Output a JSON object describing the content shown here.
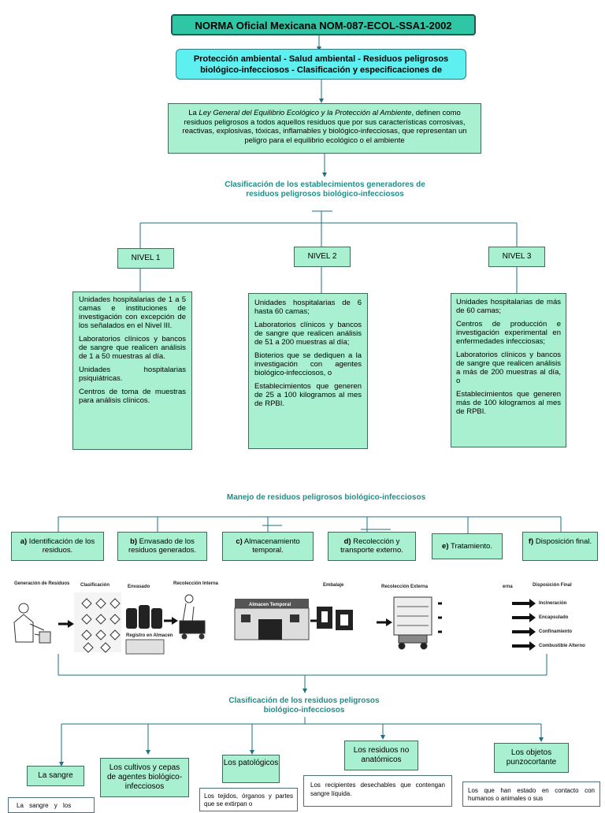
{
  "title": "NORMA Oficial Mexicana NOM-087-ECOL-SSA1-2002",
  "subtitle": "Protección ambiental - Salud ambiental - Residuos peligrosos biológico-infecciosos - Clasificación y especificaciones de",
  "intro": {
    "before": "La ",
    "italic": "Ley General del Equilibrio Ecológico y la Protección al Ambiente",
    "after": ", definen como residuos peligrosos a todos aquellos residuos que por sus características corrosivas, reactivas, explosivas, tóxicas, inflamables y biológico-infecciosas, que representan un peligro para el equilibrio ecológico o el ambiente"
  },
  "section1_title": "Clasificación de los establecimientos generadores de residuos peligrosos biológico-infecciosos",
  "levels": [
    {
      "label": "NIVEL 1",
      "items": [
        "Unidades hospitalarias de 1 a 5 camas e instituciones de investigación con excepción de los señalados en el Nivel III.",
        "Laboratorios clínicos y bancos de sangre que realicen análisis de 1 a 50 muestras al día.",
        "Unidades hospitalarias psiquiátricas.",
        "Centros de toma de muestras para análisis clínicos."
      ]
    },
    {
      "label": "NIVEL 2",
      "items": [
        "Unidades hospitalarias de 6 hasta 60 camas;",
        "Laboratorios clínicos y bancos de sangre que realicen análisis de 51 a 200 muestras al día;",
        "Bioterios que se dediquen a la investigación con agentes biológico-infecciosos, o",
        "Establecimientos que generen de 25 a 100 kilogramos al mes de RPBI."
      ]
    },
    {
      "label": "NIVEL 3",
      "items": [
        "Unidades hospitalarias de más de 60 camas;",
        "Centros de producción e investigación experimental en enfermedades infecciosas;",
        "Laboratorios clínicos y bancos de sangre que realicen análisis a más de 200 muestras al día, o",
        "Establecimientos que generen más de 100 kilogramos al mes de RPBI."
      ]
    }
  ],
  "section2_title": "Manejo de residuos peligrosos biológico-infecciosos",
  "steps": [
    {
      "letter": "a)",
      "text": " Identificación de los residuos."
    },
    {
      "letter": "b)",
      "text": " Envasado de los residuos generados."
    },
    {
      "letter": "c)",
      "text": " Almacenamiento temporal."
    },
    {
      "letter": "d)",
      "text": " Recolección y transporte externo."
    },
    {
      "letter": "e)",
      "text": " Tratamiento."
    },
    {
      "letter": "f)",
      "text": " Disposición final."
    }
  ],
  "illustration_labels": {
    "generacion": "Generación de Residuos",
    "clasificacion": "Clasificación",
    "envasado": "Envasado",
    "recoleccion_interna": "Recolección Interna",
    "registro": "Registro en Almacen",
    "almacen": "Almacen Temporal",
    "embalaje": "Embalaje",
    "recoleccion_externa": "Recolección Externa",
    "erna": "erna",
    "disposicion": "Disposición Final",
    "incineracion": "Incineración",
    "encapsulado": "Encapsulado",
    "confinamiento": "Confinamiento",
    "combustible": "Combustible Alterno"
  },
  "section3_title": "Clasificación de los residuos peligrosos biológico-infecciosos",
  "categories": [
    {
      "label": "La sangre",
      "detail": "La sangre y los"
    },
    {
      "label": "Los cultivos y cepas de agentes biológico-infecciosos",
      "detail": ""
    },
    {
      "label": "Los patológicos",
      "detail": "Los tejidos, órganos y partes que se extirpan o"
    },
    {
      "label": "Los residuos no anatómicos",
      "detail": "Los recipientes desechables que contengan sangre líquida."
    },
    {
      "label": "Los objetos punzocortante",
      "detail": "Los que han estado en contacto con humanos o animales o sus"
    }
  ]
}
